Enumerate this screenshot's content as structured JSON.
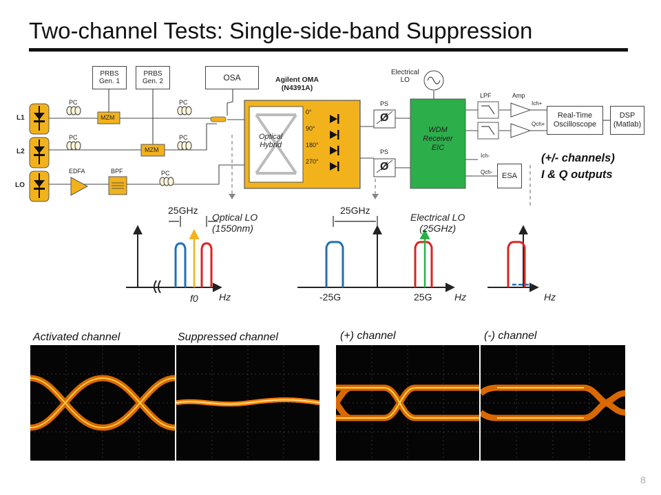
{
  "slide": {
    "title": "Two-channel Tests: Single-side-band Suppression",
    "page_number": "8"
  },
  "setup": {
    "prbs1": "PRBS\nGen. 1",
    "prbs2": "PRBS\nGen. 2",
    "osa": "OSA",
    "oma_title": "Agilent OMA\n(N4391A)",
    "hybrid": "Optical\nHybrid",
    "phases": [
      "0°",
      "90°",
      "180°",
      "270°"
    ],
    "elec_lo": "Electrical\nLO",
    "ps1": "PS",
    "ps2": "PS",
    "phase_symbol": "Ø",
    "wdm": "WDM\nReceiver\nEIC",
    "lpf": "LPF",
    "amp": "Amp",
    "ich_plus": "Ich+",
    "qch_plus": "Qch+",
    "ich_minus": "Ich-",
    "qch_minus": "Qch-",
    "scope": "Real-Time\nOscilloscope",
    "dsp": "DSP\n(Matlab)",
    "esa": "ESA",
    "mzm1": "MZM",
    "mzm2": "MZM",
    "edfa": "EDFA",
    "bpf": "BPF",
    "pc": "PC",
    "l1": "L1",
    "l2": "L2",
    "lo": "LO",
    "channels_line1": "(+/- channels)",
    "channels_line2": "I & Q outputs"
  },
  "spectra": {
    "optical_spacing": "25GHz",
    "optical_lo_line1": "Optical LO",
    "optical_lo_line2": "(1550nm)",
    "f0": "f0",
    "hz": "Hz",
    "elec_spacing": "25GHz",
    "elec_lo_line1": "Electrical LO",
    "elec_lo_line2": "(25GHz)",
    "neg25": "-25G",
    "pos25": "25G",
    "colors": {
      "blue": "#1f6fb5",
      "red": "#d8231f",
      "yellow": "#f2b21c",
      "green": "#2cae4a"
    }
  },
  "eyes": {
    "activated": "Activated channel",
    "suppressed": "Suppressed channel",
    "plus": "(+) channel",
    "minus": "(-) channel"
  }
}
